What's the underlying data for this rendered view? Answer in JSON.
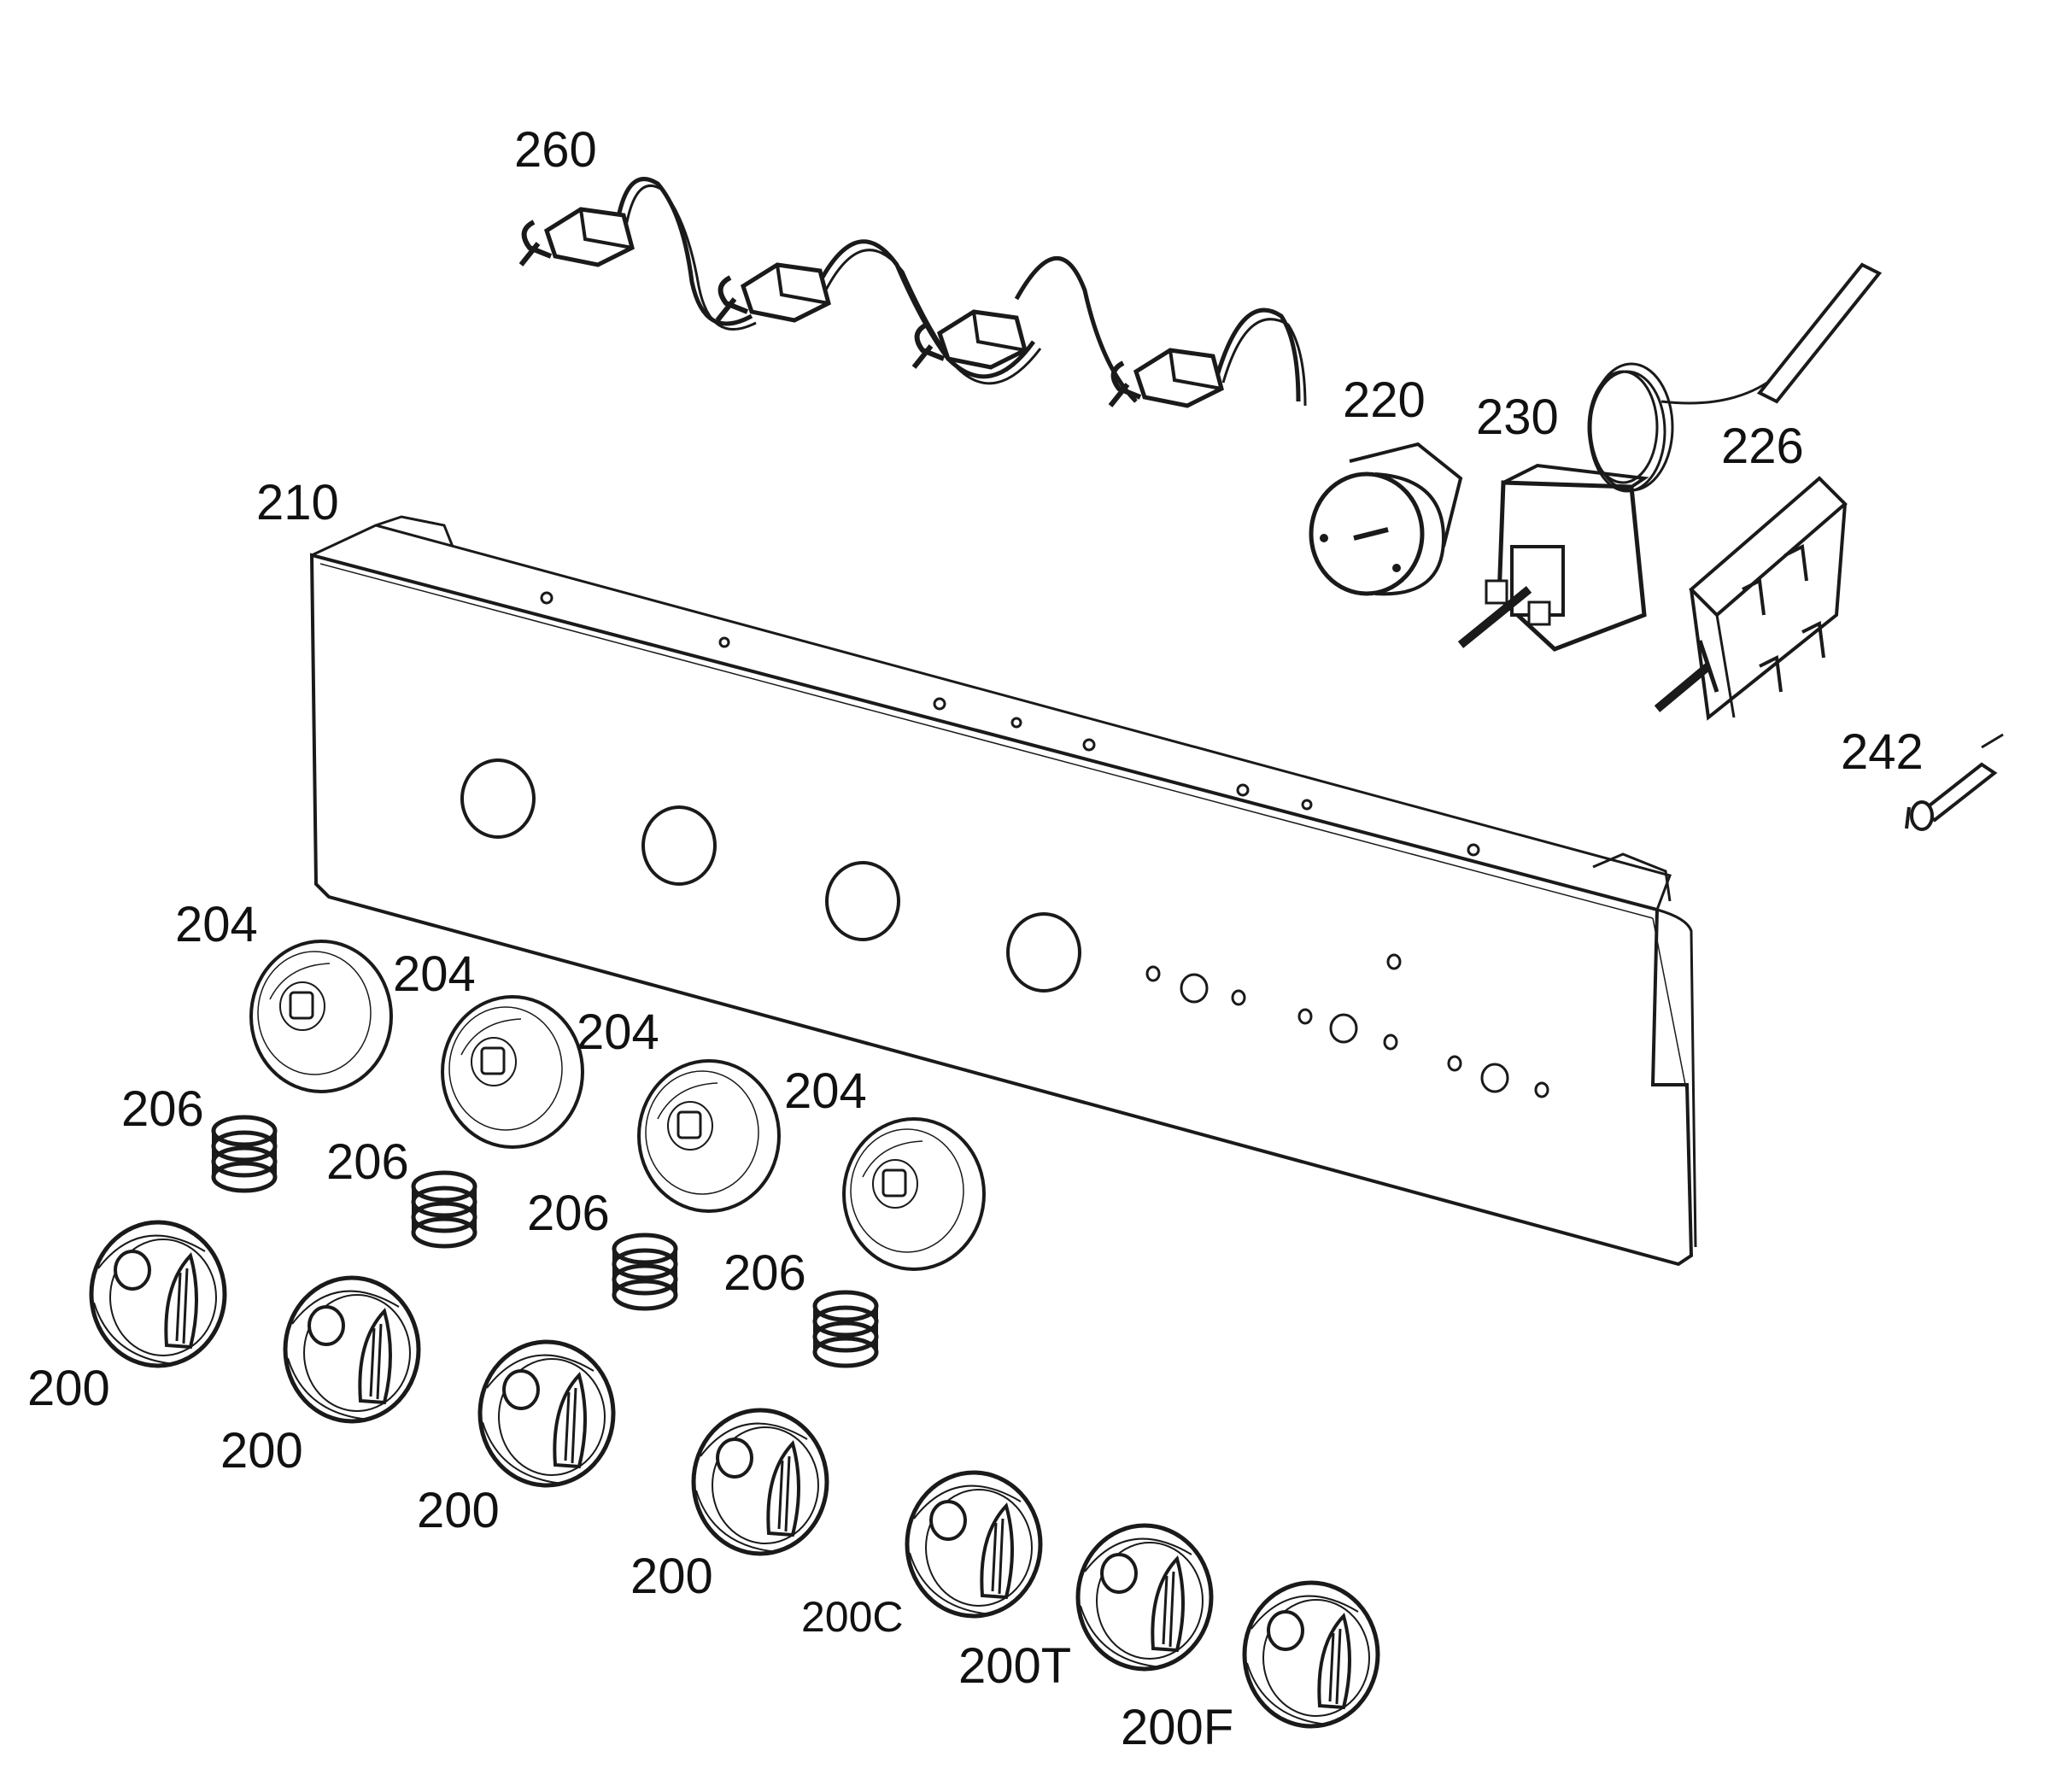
{
  "diagram": {
    "colors": {
      "line": "#1a1a1a",
      "paper": "#ffffff"
    },
    "parts": {
      "p260": "260",
      "p220": "220",
      "p230": "230",
      "p226": "226",
      "p210": "210",
      "p242": "242",
      "p204": "204",
      "p206": "206",
      "p200": "200",
      "p200c": "200C",
      "p200t": "200T",
      "p200f": "200F"
    }
  }
}
